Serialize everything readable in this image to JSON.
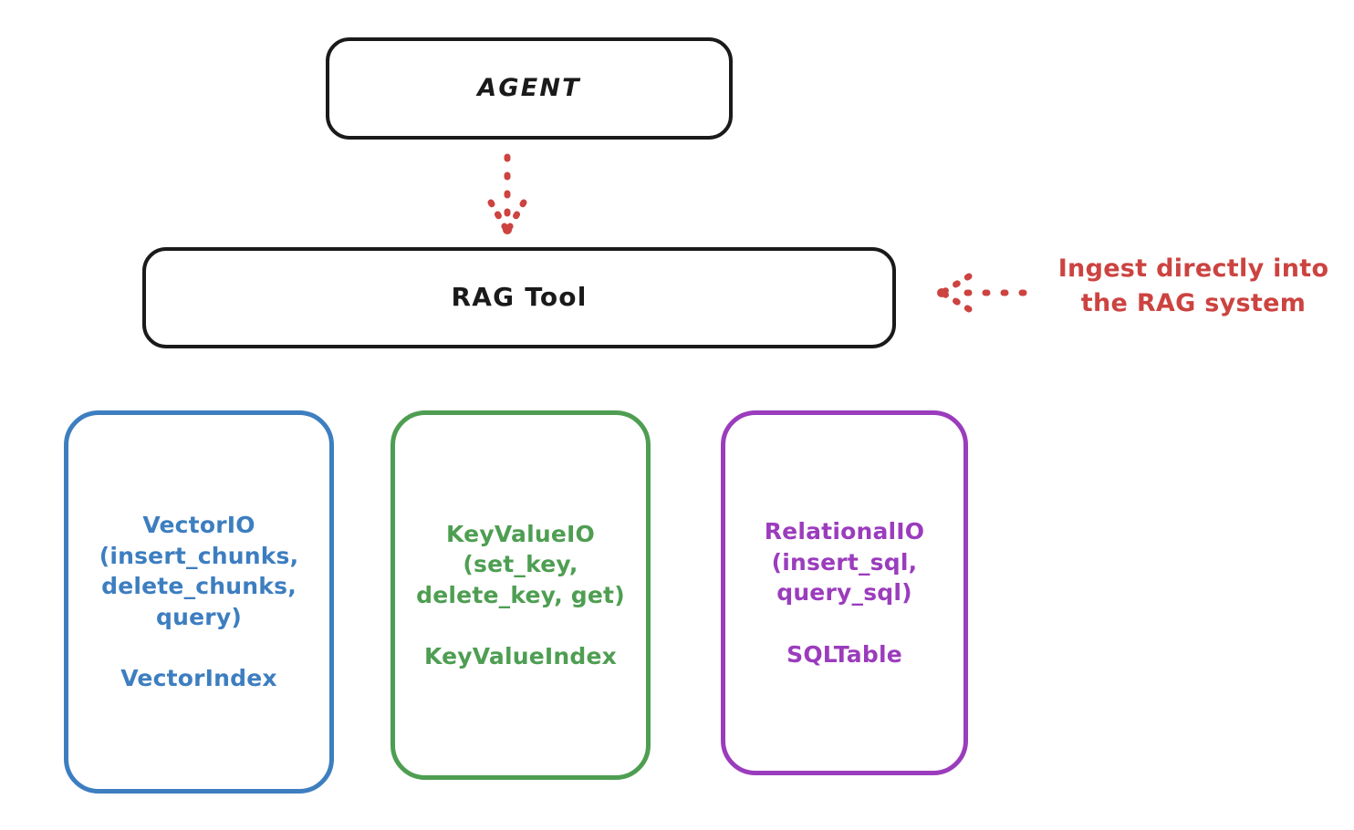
{
  "diagram": {
    "title": "RAG Tool storage abstraction diagram",
    "background_color": "#ffffff",
    "style": "hand-drawn sketch"
  },
  "nodes": {
    "agent": {
      "label": "AGENT",
      "border_color": "#1a1a1a"
    },
    "rag_tool": {
      "label": "RAG Tool",
      "border_color": "#1a1a1a"
    },
    "vector_io": {
      "api_label": "VectorIO\n(insert_chunks,\ndelete_chunks,\nquery)",
      "index_label": "VectorIndex",
      "color": "#3d7ec0"
    },
    "key_value_io": {
      "api_label": "KeyValueIO\n(set_key,\ndelete_key, get)",
      "index_label": "KeyValueIndex",
      "color": "#4e9e52"
    },
    "relational_io": {
      "api_label": "RelationalIO\n(insert_sql,\nquery_sql)",
      "index_label": "SQLTable",
      "color": "#9b3cbd"
    }
  },
  "connectors": {
    "agent_to_rag": {
      "style": "dotted",
      "direction": "down",
      "color": "#cc4340",
      "from": "agent",
      "to": "rag_tool"
    },
    "ingest_to_rag": {
      "style": "dotted",
      "direction": "left",
      "color": "#cc4340",
      "from": "ingest-annotation",
      "to": "rag_tool"
    }
  },
  "annotations": {
    "ingest": {
      "text": "Ingest directly into\nthe RAG system",
      "color": "#cc4340"
    }
  }
}
